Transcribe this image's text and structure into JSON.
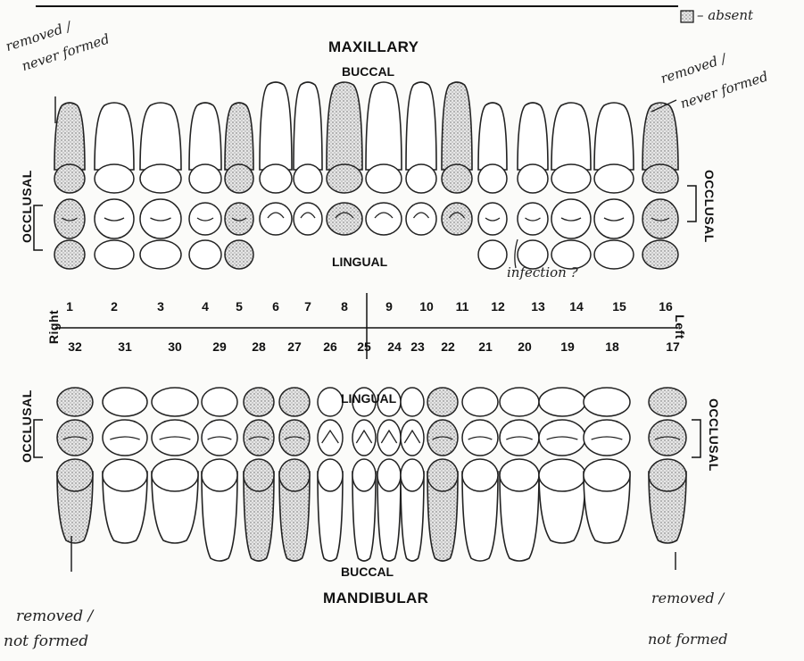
{
  "labels": {
    "maxillary": "MAXILLARY",
    "mandibular": "MANDIBULAR",
    "buccal_top": "BUCCAL",
    "lingual_top": "LINGUAL",
    "lingual_bottom": "LINGUAL",
    "buccal_bottom": "BUCCAL",
    "occlusal": "OCCLUSAL",
    "right": "Right",
    "left": "Left"
  },
  "annotations": {
    "legend_absent": "– absent",
    "top_left_line1": "removed /",
    "top_left_line2": "never formed",
    "top_right_line1": "removed /",
    "top_right_line2": "never formed",
    "infection": "infection ?",
    "bottom_left_line1": "removed /",
    "bottom_left_line2": "not formed",
    "bottom_right_line1": "removed /",
    "bottom_right_line2": "not formed"
  },
  "upper_numbers": [
    "1",
    "2",
    "3",
    "4",
    "5",
    "6",
    "7",
    "8",
    "9",
    "10",
    "11",
    "12",
    "13",
    "14",
    "15",
    "16"
  ],
  "lower_numbers": [
    "32",
    "31",
    "30",
    "29",
    "28",
    "27",
    "26",
    "25",
    "24",
    "23",
    "22",
    "21",
    "20",
    "19",
    "18",
    "17"
  ],
  "upper_shaded": [
    true,
    false,
    false,
    false,
    true,
    false,
    false,
    true,
    false,
    false,
    true,
    false,
    false,
    false,
    false,
    true
  ],
  "lower_shaded": [
    true,
    false,
    false,
    false,
    true,
    true,
    false,
    false,
    false,
    false,
    true,
    false,
    false,
    false,
    false,
    true
  ]
}
